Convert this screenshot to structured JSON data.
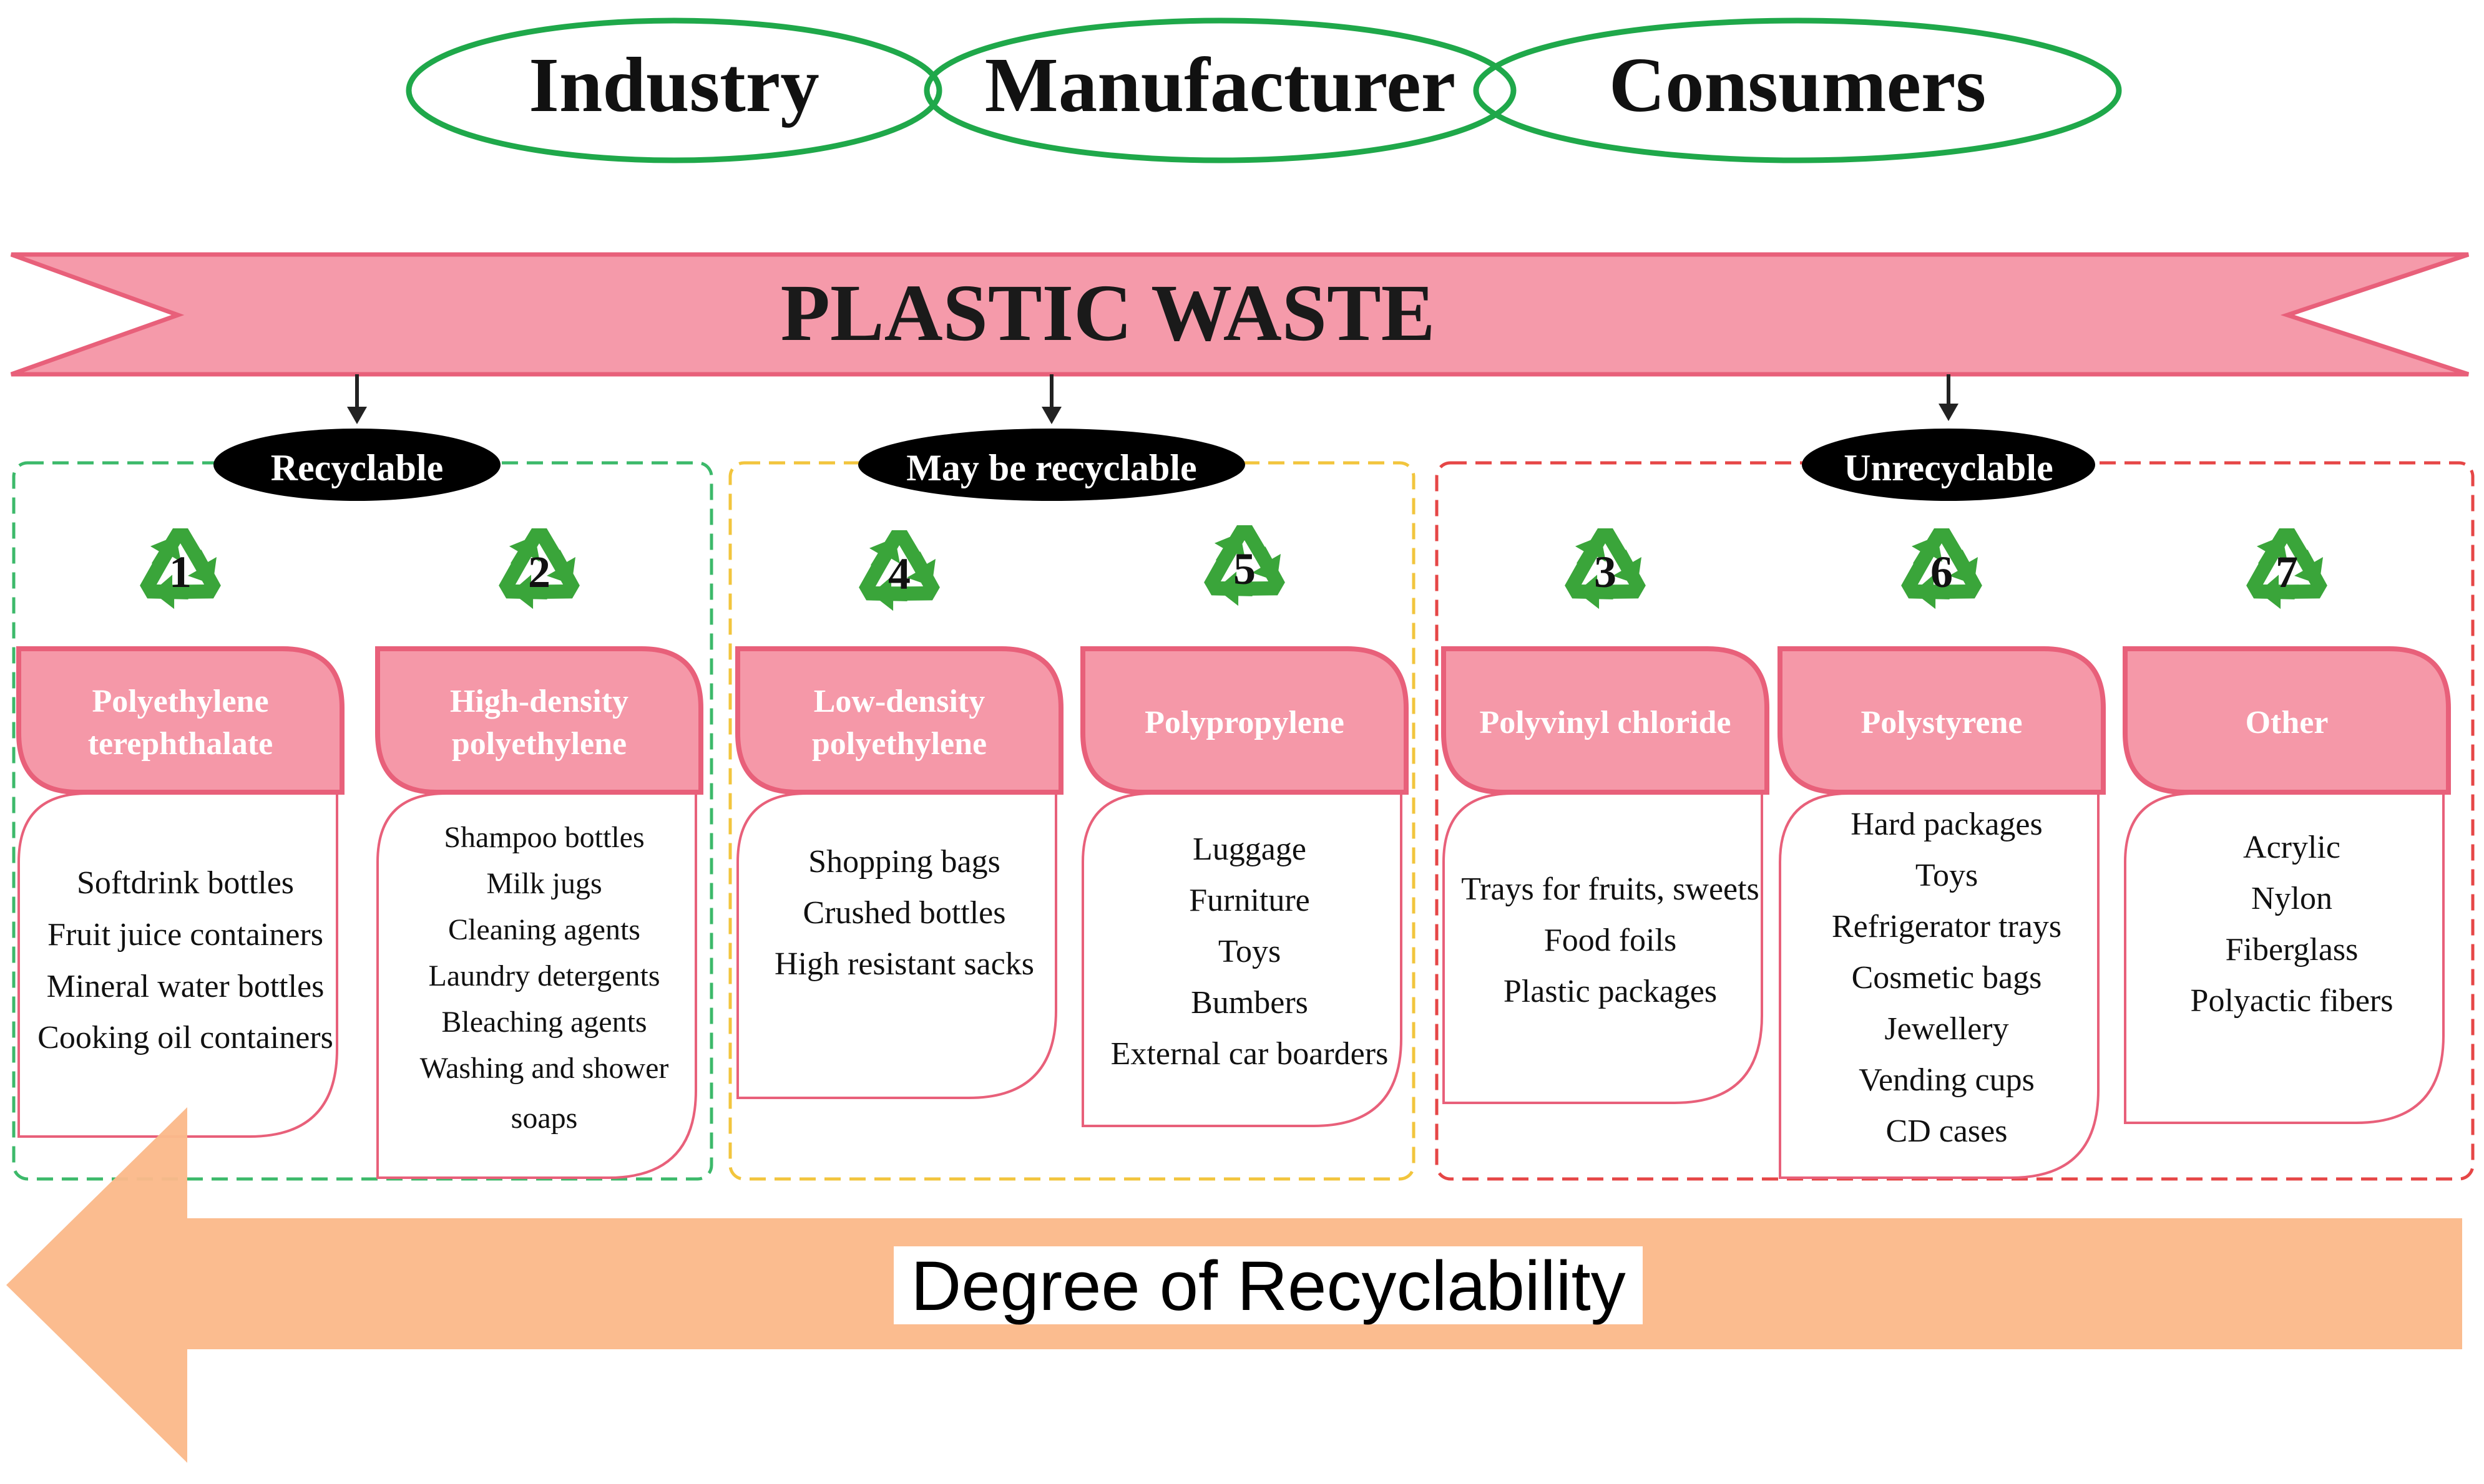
{
  "stakeholders": [
    "Industry",
    "Manufacturer",
    "Consumers"
  ],
  "banner": {
    "title": "PLASTIC WASTE"
  },
  "groups": [
    {
      "label": "Recyclable",
      "border_color": "#3cb96a"
    },
    {
      "label": "May be recyclable",
      "border_color": "#f2c53d"
    },
    {
      "label": "Unrecyclable",
      "border_color": "#e64646"
    }
  ],
  "plastics": [
    {
      "code": "1",
      "name": [
        "Polyethylene",
        "terephthalate"
      ],
      "uses": [
        "Softdrink bottles",
        "Fruit juice containers",
        "Mineral water bottles",
        "Cooking oil containers"
      ]
    },
    {
      "code": "2",
      "name": [
        "High-density",
        "polyethylene"
      ],
      "uses": [
        "Shampoo bottles",
        "Milk jugs",
        "Cleaning agents",
        "Laundry detergents",
        "Bleaching agents",
        "Washing and shower",
        "soaps"
      ]
    },
    {
      "code": "4",
      "name": [
        "Low-density",
        "polyethylene"
      ],
      "uses": [
        "Shopping bags",
        "Crushed bottles",
        "High resistant sacks"
      ]
    },
    {
      "code": "5",
      "name": [
        "Polypropylene"
      ],
      "uses": [
        "Luggage",
        "Furniture",
        "Toys",
        "Bumbers",
        "External car boarders"
      ]
    },
    {
      "code": "3",
      "name": [
        "Polyvinyl chloride"
      ],
      "uses": [
        "Trays for fruits, sweets",
        "Food foils",
        "Plastic packages"
      ]
    },
    {
      "code": "6",
      "name": [
        "Polystyrene"
      ],
      "uses": [
        "Hard packages",
        "Toys",
        "Refrigerator trays",
        "Cosmetic bags",
        "Jewellery",
        "Vending cups",
        "CD cases"
      ]
    },
    {
      "code": "7",
      "name": [
        "Other"
      ],
      "uses": [
        "Acrylic",
        "Nylon",
        "Fiberglass",
        "Polyactic fibers"
      ]
    }
  ],
  "axis": {
    "label": "Degree of Recyclability"
  },
  "colors": {
    "ellipse_stroke": "#1fa84a",
    "banner_fill": "#f59aaa",
    "banner_stroke": "#e8607a",
    "card_header_fill": "#f598a8",
    "card_stroke": "#e8607a",
    "recycle_icon": "#3aa53a",
    "arrow_fill": "#fbb98a"
  }
}
